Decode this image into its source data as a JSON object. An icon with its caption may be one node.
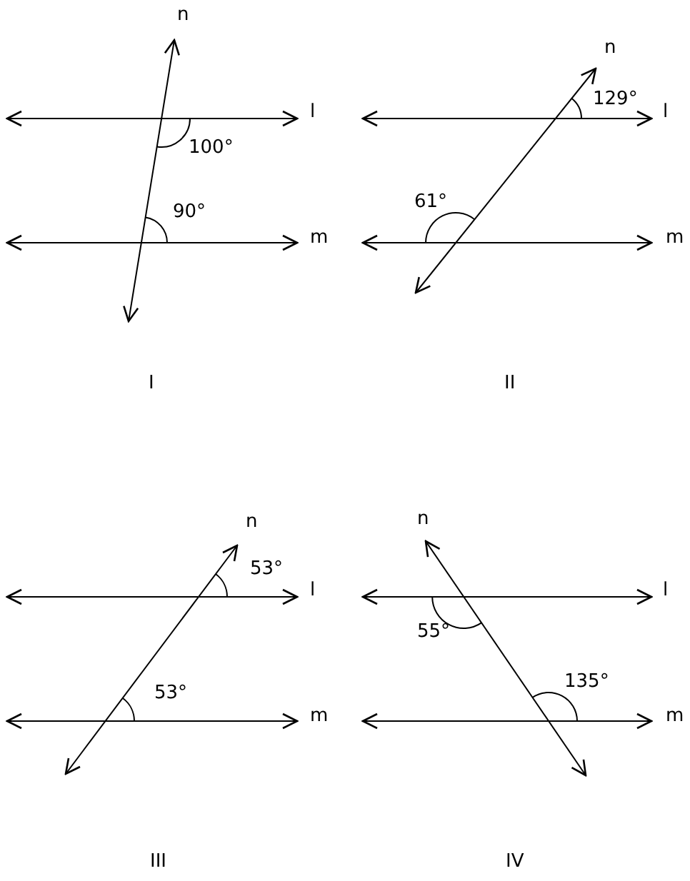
{
  "diagram": {
    "labels": [
      "n",
      "l",
      "100°",
      "90°",
      "m",
      "I",
      "n",
      "129°",
      "l",
      "61°",
      "m",
      "II",
      "n",
      "53°",
      "l",
      "53°",
      "m",
      "III",
      "n",
      "l",
      "55°",
      "135°",
      "m",
      "IV"
    ]
  }
}
